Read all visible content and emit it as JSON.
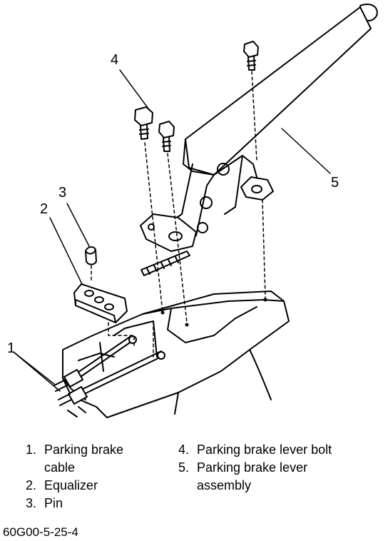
{
  "figure": {
    "callouts": [
      "1",
      "2",
      "3",
      "4",
      "5"
    ],
    "legend_left": [
      {
        "num": "1.",
        "label": "Parking brake",
        "label2": "cable"
      },
      {
        "num": "2.",
        "label": "Equalizer"
      },
      {
        "num": "3.",
        "label": "Pin"
      }
    ],
    "legend_right": [
      {
        "num": "4.",
        "label": "Parking brake lever bolt"
      },
      {
        "num": "5.",
        "label": "Parking brake lever",
        "label2": "assembly"
      }
    ],
    "code": "60G00-5-25-4"
  }
}
